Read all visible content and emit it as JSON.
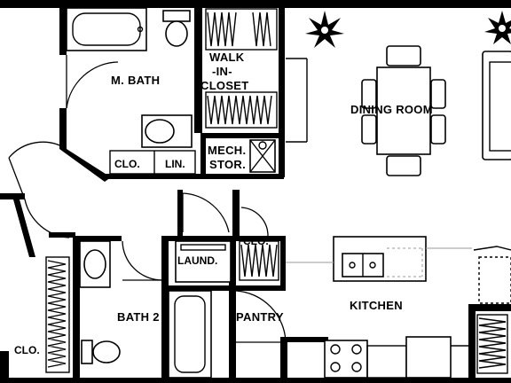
{
  "plan": {
    "rooms": {
      "m_bath": "M. BATH",
      "walk_in": "WALK",
      "walk_in_2": "-IN-",
      "closet": "CLOSET",
      "mech": "MECH.",
      "stor": "STOR.",
      "dining_room": "DINING ROOM",
      "clo_1": "CLO.",
      "lin": "LIN.",
      "laund": "LAUND.",
      "clo_2": "CLO.",
      "bath_2": "BATH 2",
      "pantry": "PANTRY",
      "kitchen": "KITCHEN",
      "clo_3": "CLO."
    },
    "colors": {
      "wall": "#000000",
      "background": "#ffffff",
      "hatch": "#000000",
      "leader": "#9a9a9a"
    },
    "icons": [
      "compass-star-icon",
      "compass-star-icon",
      "bathtub-icon",
      "toilet-icon",
      "sink-icon",
      "dining-table-icon",
      "double-sink-icon",
      "stove-icon",
      "water-heater-icon"
    ]
  }
}
